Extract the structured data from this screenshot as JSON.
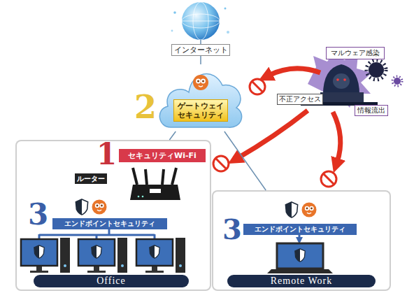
{
  "diagram": {
    "nodes": [
      {
        "text": [
          "インターネット"
        ]
      },
      {
        "text": [
          "マルウェア感染"
        ]
      },
      {
        "text": [
          "不正アクセス"
        ]
      },
      {
        "text": [
          "情報流出"
        ]
      },
      {
        "text": [
          "ゲートウェイ セキュリティ"
        ]
      },
      {
        "text": [
          "Office"
        ]
      },
      {
        "text": [
          "セキュリティWi-Fi"
        ],
        "in": 5
      },
      {
        "text": [
          "ルーター"
        ],
        "in": 5
      },
      {
        "text": [
          "エンドポイントセキュリティ"
        ],
        "in": 5
      },
      {
        "text": [
          "Remote Work"
        ]
      },
      {
        "text": [
          "エンドポイントセキュリティ"
        ],
        "in": 9
      }
    ],
    "edges": [
      {
        "from": 0,
        "to": 4,
        "arrow": "none"
      },
      {
        "from": 4,
        "to": 5,
        "arrow": "none"
      },
      {
        "from": 4,
        "to": 9,
        "arrow": "none"
      }
    ],
    "labels": [
      "1",
      "2",
      "3",
      "3"
    ]
  }
}
